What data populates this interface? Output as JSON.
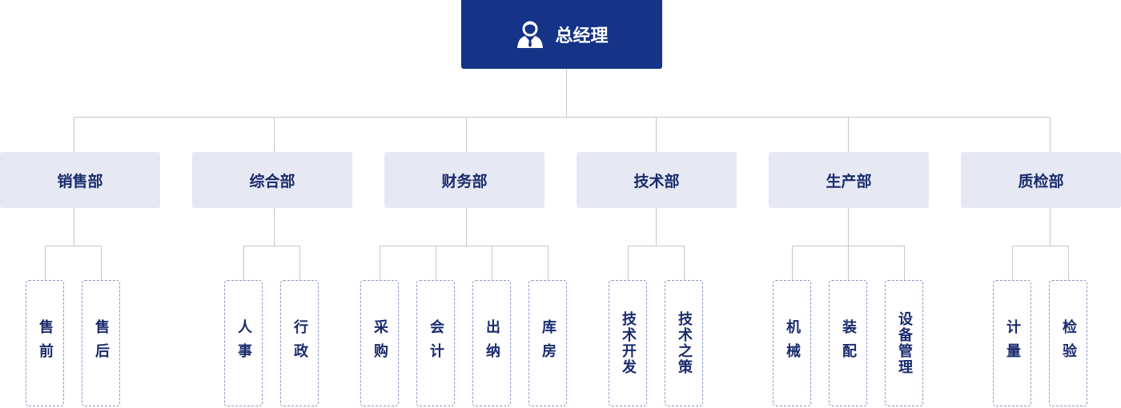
{
  "root": {
    "title": "总经理",
    "icon": "manager-icon"
  },
  "departments": [
    {
      "name": "销售部",
      "subs": [
        "售前",
        "售后"
      ]
    },
    {
      "name": "综合部",
      "subs": [
        "人事",
        "行政"
      ]
    },
    {
      "name": "财务部",
      "subs": [
        "采购",
        "会计",
        "出纳",
        "库房"
      ]
    },
    {
      "name": "技术部",
      "subs": [
        "技术开发",
        "技术之策"
      ]
    },
    {
      "name": "生产部",
      "subs": [
        "机械",
        "装配",
        "设备管理"
      ]
    },
    {
      "name": "质检部",
      "subs": [
        "计量",
        "检验"
      ]
    }
  ],
  "colors": {
    "root_bg": "#153387",
    "dept_bg": "#e6e9f3",
    "text": "#1a2b6d",
    "line": "#c8c8c8",
    "sub_border": "#8a97c4"
  }
}
